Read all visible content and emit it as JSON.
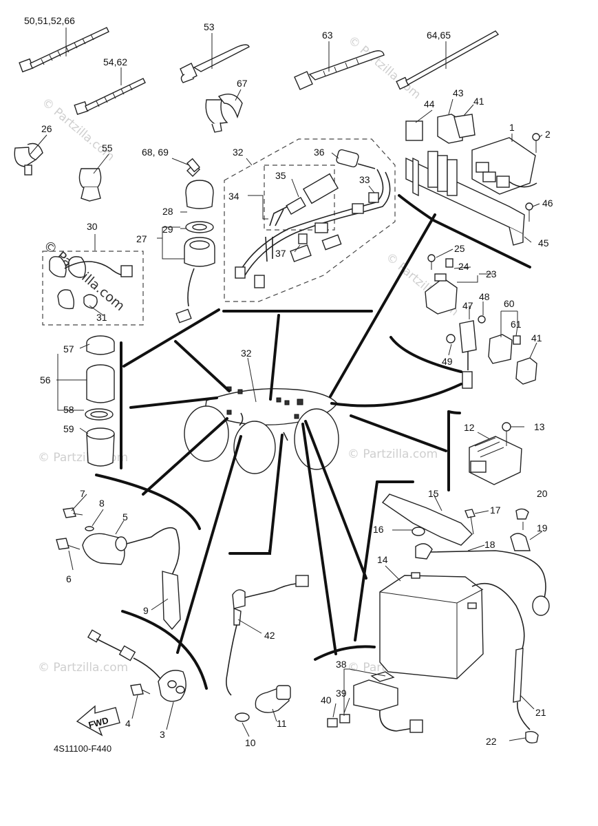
{
  "diagram_code": "4S11100-F440",
  "fwd_label": "FWD",
  "watermark_text": "© Partzilla.com",
  "callouts": {
    "c1": "1",
    "c2": "2",
    "c3": "3",
    "c4": "4",
    "c5": "5",
    "c6": "6",
    "c7": "7",
    "c8": "8",
    "c9": "9",
    "c10": "10",
    "c11": "11",
    "c12": "12",
    "c13": "13",
    "c14": "14",
    "c15": "15",
    "c16": "16",
    "c17": "17",
    "c18": "18",
    "c19": "19",
    "c20": "20",
    "c21": "21",
    "c22": "22",
    "c23": "23",
    "c24": "24",
    "c25": "25",
    "c26": "26",
    "c27": "27",
    "c28": "28",
    "c29": "29",
    "c30": "30",
    "c31": "31",
    "c32a": "32",
    "c32b": "32",
    "c33": "33",
    "c34": "34",
    "c35": "35",
    "c36": "36",
    "c37": "37",
    "c38": "38",
    "c39": "39",
    "c40": "40",
    "c41a": "41",
    "c41b": "41",
    "c42": "42",
    "c43": "43",
    "c44": "44",
    "c45": "45",
    "c46": "46",
    "c47": "47",
    "c48": "48",
    "c49": "49",
    "c50": "50,51,52,66",
    "c53": "53",
    "c54": "54,62",
    "c55": "55",
    "c56": "56",
    "c57": "57",
    "c58": "58",
    "c59": "59",
    "c60": "60",
    "c61": "61",
    "c63": "63",
    "c64": "64,65",
    "c67": "67",
    "c68": "68, 69"
  }
}
